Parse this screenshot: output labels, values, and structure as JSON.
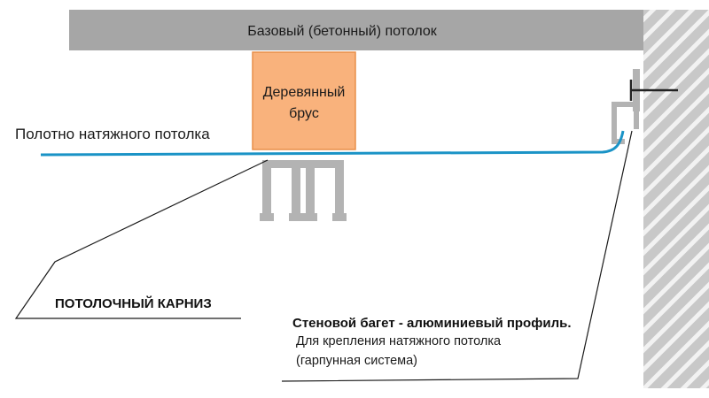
{
  "labels": {
    "base_ceiling": "Базовый (бетонный) потолок",
    "wooden_beam_line1": "Деревянный",
    "wooden_beam_line2": "брус",
    "stretch_canvas": "Полотно натяжного потолка",
    "ceiling_cornice": "ПОТОЛОЧНЫЙ КАРНИЗ",
    "wall_baguette_title": "Стеновой багет - алюминиевый профиль.",
    "wall_baguette_note_line1": "Для крепления натяжного потолка",
    "wall_baguette_note_line2": "(гарпунная система)"
  },
  "colors": {
    "concrete": "#a6a6a6",
    "wood_fill": "#f9b27c",
    "wood_border": "#e88f4a",
    "canvas_line": "#1a93c6",
    "profile": "#b3b3b3",
    "wall_fill": "#c8c8c8",
    "wall_hatch": "#f2f2f2",
    "leader_line": "#1a1a1a"
  }
}
